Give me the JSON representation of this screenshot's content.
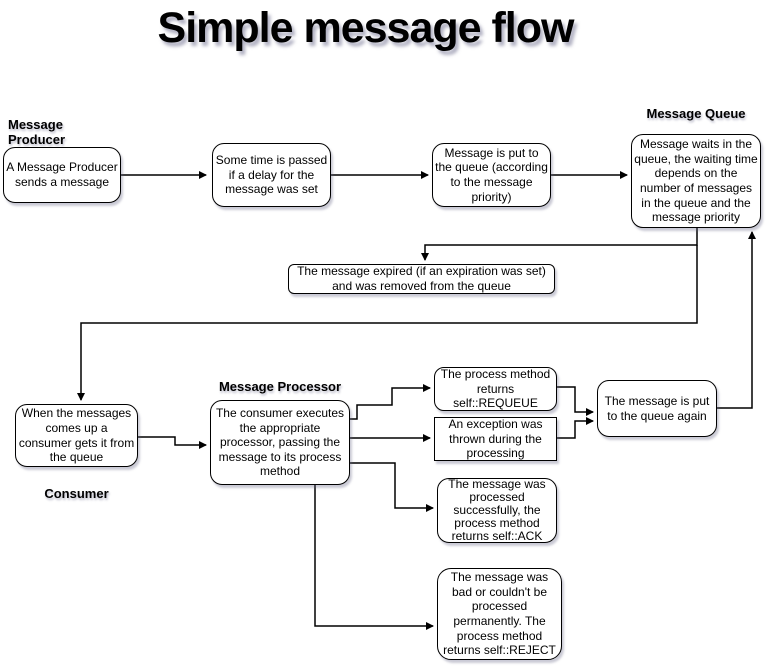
{
  "title": "Simple message flow",
  "labels": {
    "producer": "Message Producer",
    "queue": "Message Queue",
    "processor": "Message Processor",
    "consumer": "Consumer"
  },
  "nodes": {
    "producer": "A Message Producer sends a message",
    "delay": "Some time is passed if a delay for the message was set",
    "put_queue": "Message is put to the queue (according to the message priority)",
    "queue": "Message waits in the queue, the waiting time depends on the number of messages in the queue and the message priority",
    "expired": "The message expired (if an expiration was set) and was removed from the queue",
    "consumer": "When the messages comes up a consumer gets it from the queue",
    "processor": "The consumer executes the appropriate processor, passing the message to its process method",
    "requeue": "The process method returns self::REQUEUE",
    "exception": "An exception was thrown during the processing",
    "queue_again": "The message is put to the queue again",
    "ack": "The message was processed successfully, the process method returns self::ACK",
    "reject": "The message was bad or couldn't be processed permanently. The process method returns self::REJECT"
  },
  "edges": [
    {
      "from": "producer",
      "to": "delay"
    },
    {
      "from": "delay",
      "to": "put_queue"
    },
    {
      "from": "put_queue",
      "to": "queue"
    },
    {
      "from": "queue",
      "to": "expired"
    },
    {
      "from": "queue",
      "to": "consumer"
    },
    {
      "from": "consumer",
      "to": "processor"
    },
    {
      "from": "processor",
      "to": "requeue"
    },
    {
      "from": "processor",
      "to": "exception"
    },
    {
      "from": "processor",
      "to": "ack"
    },
    {
      "from": "processor",
      "to": "reject"
    },
    {
      "from": "requeue",
      "to": "queue_again"
    },
    {
      "from": "exception",
      "to": "queue_again"
    },
    {
      "from": "queue_again",
      "to": "queue"
    }
  ],
  "colors": {
    "background": "#ffffff",
    "node_fill": "#ffffff",
    "node_border": "#000000",
    "connector": "#000000",
    "text": "#000000"
  }
}
